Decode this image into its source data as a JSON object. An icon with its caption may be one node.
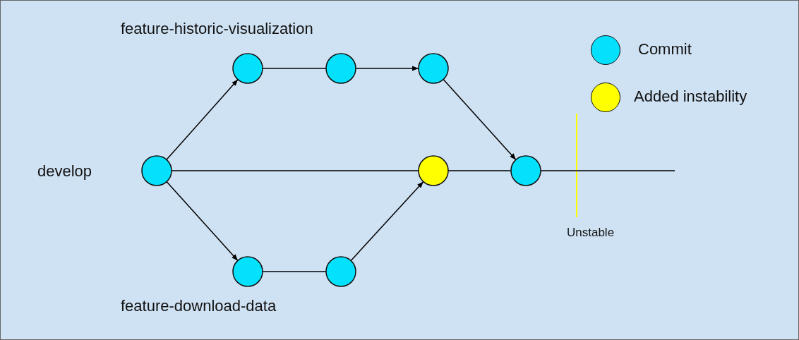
{
  "diagram": {
    "nodes": [
      {
        "text": [],
        "shape": "circle"
      },
      {
        "text": [],
        "shape": "circle"
      },
      {
        "text": [],
        "shape": "circle"
      },
      {
        "text": [],
        "shape": "circle"
      },
      {
        "text": [],
        "shape": "circle"
      },
      {
        "text": [],
        "shape": "circle"
      },
      {
        "text": [],
        "shape": "circle"
      },
      {
        "text": [],
        "shape": "circle"
      }
    ],
    "edges": [
      {
        "from": 0,
        "to": 1,
        "arrow": "to"
      },
      {
        "from": 1,
        "to": 2,
        "arrow": "none"
      },
      {
        "from": 2,
        "to": 3,
        "arrow": "to"
      },
      {
        "from": 3,
        "to": 7,
        "arrow": "to"
      },
      {
        "from": 0,
        "to": 6,
        "arrow": "none"
      },
      {
        "from": 6,
        "to": 7,
        "arrow": "none"
      },
      {
        "from": 7,
        "to": null,
        "arrow": "none"
      },
      {
        "from": 0,
        "to": 4,
        "arrow": "to"
      },
      {
        "from": 4,
        "to": 5,
        "arrow": "none"
      },
      {
        "from": 5,
        "to": 6,
        "arrow": "to"
      }
    ],
    "labels": [
      "feature-historic-visualization",
      "develop",
      "Unstable",
      "feature-download-data"
    ],
    "legend": [
      {
        "text": "Commit",
        "color": "#04e1fd"
      },
      {
        "text": "Added instability",
        "color": "#ffff00"
      }
    ]
  }
}
